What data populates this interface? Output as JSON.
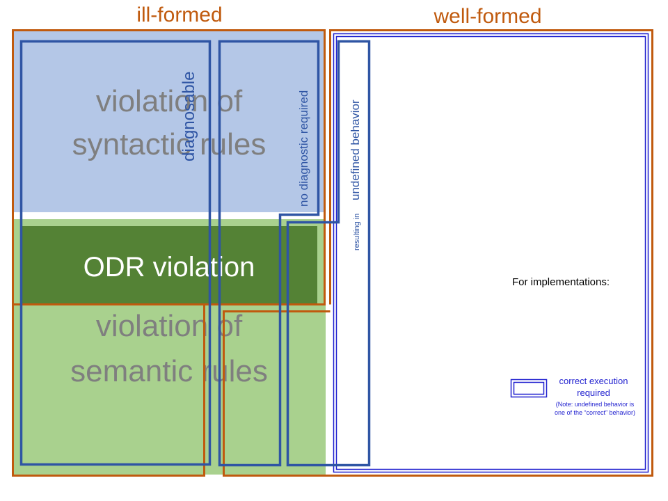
{
  "headers": {
    "ill_formed": "ill-formed",
    "well_formed": "well-formed"
  },
  "regions": {
    "syntactic_line1": "violation of",
    "syntactic_line2": "syntactic rules",
    "odr": "ODR violation",
    "semantic_line1": "violation of",
    "semantic_line2": "semantic rules"
  },
  "labels": {
    "diagnosable": "diagnosable",
    "no_diagnostic": "no diagnostic required",
    "resulting_in": "resulting in",
    "undefined_behavior": "undefined behavior"
  },
  "legend": {
    "title": "For implementations:",
    "item_line1": "correct execution",
    "item_line2": "required",
    "note_line1": "(Note: undefined behavior is",
    "note_line2": "one of the “correct” behavior)"
  },
  "colors": {
    "syntactic_fill": "#b4c7e7",
    "semantic_fill": "#a9d18e",
    "odr_fill": "#548235",
    "orange_border": "#c05a0e",
    "blue_border": "#2f55a4",
    "legend_blue": "#1f1fcf"
  }
}
